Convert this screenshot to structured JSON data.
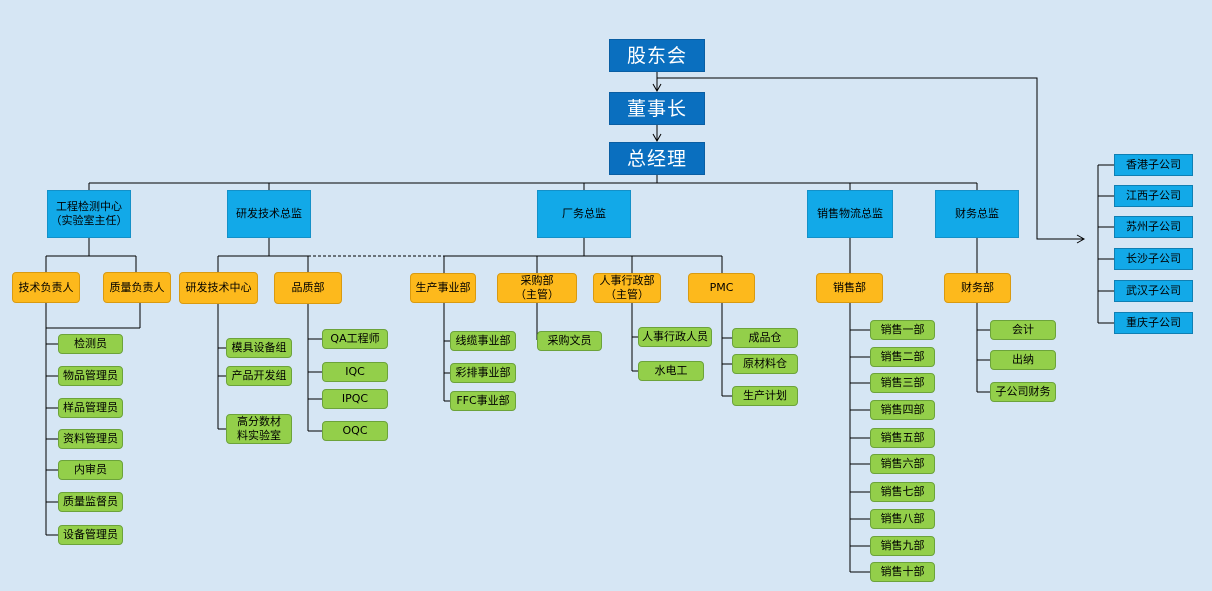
{
  "top": {
    "shareholders": "股东会",
    "chairman": "董事长",
    "gm": "总经理"
  },
  "level1": {
    "eng": "工程检测中心\n（实验室主任）",
    "rnd": "研发技术总监",
    "factory": "厂务总监",
    "sales": "销售物流总监",
    "finance": "财务总监"
  },
  "level2": {
    "tech_lead": "技术负责人",
    "quality_lead": "质量负责人",
    "rnd_center": "研发技术中心",
    "qa_dept": "品质部",
    "production": "生产事业部",
    "purchasing": "采购部\n（主管）",
    "hr": "人事行政部\n（主管）",
    "pmc": "PMC",
    "sales_dept": "销售部",
    "finance_dept": "财务部"
  },
  "eng_staff": [
    "检测员",
    "物品管理员",
    "样品管理员",
    "资料管理员",
    "内审员",
    "质量监督员",
    "设备管理员"
  ],
  "rnd_groups": [
    "模具设备组",
    "产品开发组",
    "高分数材\n料实验室"
  ],
  "qa_roles": [
    "QA工程师",
    "IQC",
    "IPQC",
    "OQC"
  ],
  "production_units": [
    "线缆事业部",
    "彩排事业部",
    "FFC事业部"
  ],
  "purchasing_staff": [
    "采购文员"
  ],
  "hr_staff": [
    "人事行政人员",
    "水电工"
  ],
  "pmc_units": [
    "成品仓",
    "原材料仓",
    "生产计划"
  ],
  "sales_units": [
    "销售一部",
    "销售二部",
    "销售三部",
    "销售四部",
    "销售五部",
    "销售六部",
    "销售七部",
    "销售八部",
    "销售九部",
    "销售十部"
  ],
  "finance_units": [
    "会计",
    "出纳",
    "子公司财务"
  ],
  "subsidiaries": [
    "香港子公司",
    "江西子公司",
    "苏州子公司",
    "长沙子公司",
    "武汉子公司",
    "重庆子公司"
  ]
}
